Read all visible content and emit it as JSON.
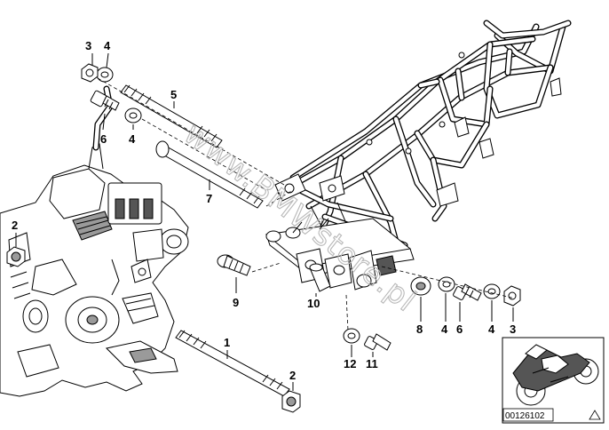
{
  "diagram": {
    "callouts": [
      {
        "id": "c3a",
        "label": "3"
      },
      {
        "id": "c4a",
        "label": "4"
      },
      {
        "id": "c5",
        "label": "5"
      },
      {
        "id": "c6a",
        "label": "6"
      },
      {
        "id": "c4b",
        "label": "4"
      },
      {
        "id": "c7",
        "label": "7"
      },
      {
        "id": "c2a",
        "label": "2"
      },
      {
        "id": "c9",
        "label": "9"
      },
      {
        "id": "c10",
        "label": "10"
      },
      {
        "id": "c8",
        "label": "8"
      },
      {
        "id": "c4c",
        "label": "4"
      },
      {
        "id": "c6b",
        "label": "6"
      },
      {
        "id": "c4d",
        "label": "4"
      },
      {
        "id": "c3b",
        "label": "3"
      },
      {
        "id": "c1",
        "label": "1"
      },
      {
        "id": "c12",
        "label": "12"
      },
      {
        "id": "c11",
        "label": "11"
      },
      {
        "id": "c2b",
        "label": "2"
      }
    ],
    "watermark": "www.BMWstore.pl",
    "image_id": "00126102"
  }
}
